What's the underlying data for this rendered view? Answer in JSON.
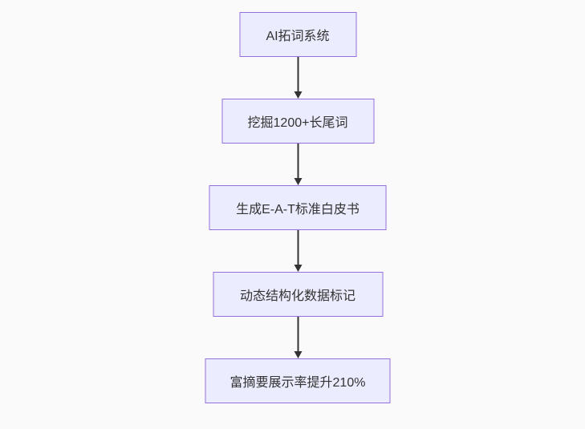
{
  "diagram": {
    "type": "flowchart",
    "direction": "top-down",
    "nodes": [
      {
        "id": "step1",
        "label": "AI拓词系统"
      },
      {
        "id": "step2",
        "label": "挖掘1200+长尾词"
      },
      {
        "id": "step3",
        "label": "生成E-A-T标准白皮书"
      },
      {
        "id": "step4",
        "label": "动态结构化数据标记"
      },
      {
        "id": "step5",
        "label": "富摘要展示率提升210%"
      }
    ],
    "edges": [
      {
        "from": "step1",
        "to": "step2",
        "style": "arrow-down"
      },
      {
        "from": "step2",
        "to": "step3",
        "style": "arrow-down"
      },
      {
        "from": "step3",
        "to": "step4",
        "style": "arrow-down"
      },
      {
        "from": "step4",
        "to": "step5",
        "style": "arrow-down"
      }
    ],
    "colors": {
      "background": "#fafafa",
      "node_fill": "#ececff",
      "node_border": "#9370db",
      "text": "#333333",
      "arrow": "#333333"
    }
  }
}
